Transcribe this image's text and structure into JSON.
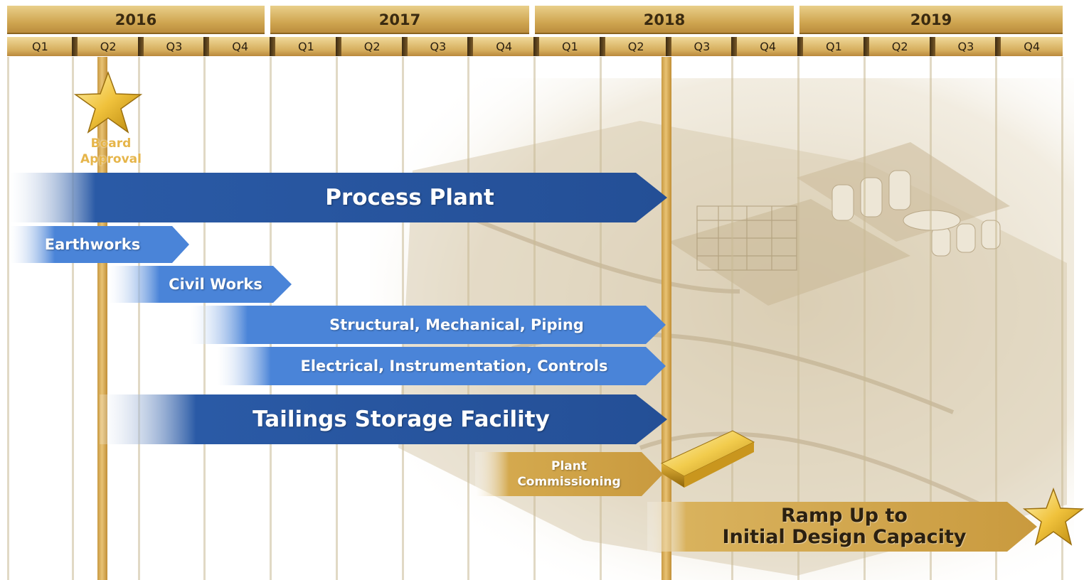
{
  "timeline": {
    "years": [
      "2016",
      "2017",
      "2018",
      "2019"
    ],
    "quarters": [
      "Q1",
      "Q2",
      "Q3",
      "Q4"
    ]
  },
  "milestones": {
    "board_approval": "Board\nApproval"
  },
  "tasks": {
    "process_plant": "Process Plant",
    "earthworks": "Earthworks",
    "civil_works": "Civil Works",
    "smp": "Structural, Mechanical, Piping",
    "eic": "Electrical, Instrumentation, Controls",
    "tsf": "Tailings Storage Facility",
    "commissioning": "Plant\nCommissioning",
    "ramp_up": "Ramp Up to\nInitial Design Capacity"
  },
  "colors": {
    "dark_blue": "#2a5aa6",
    "light_blue": "#4a84d8",
    "gold": "#d4a94e",
    "gold_dark": "#a67a2c"
  }
}
